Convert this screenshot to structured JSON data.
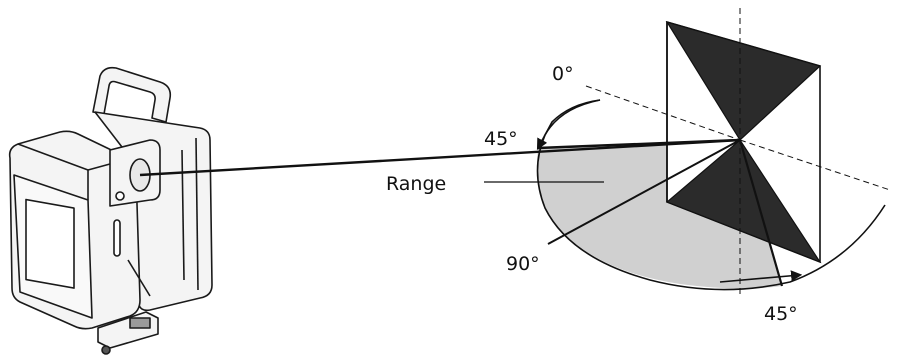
{
  "labels": {
    "angle_zero": "0°",
    "angle_upper": "45°",
    "range": "Range",
    "angle_ninety": "90°",
    "angle_lower": "45°"
  },
  "colors": {
    "line": "#111111",
    "mirror_dark": "#2b2b2b",
    "range_fill": "#d0d0d0",
    "scanner_body": "#f4f4f4",
    "scanner_outline": "#1a1a1a"
  },
  "icons": {
    "device": "laser-scanner-icon",
    "mirror": "rotating-mirror-icon"
  }
}
